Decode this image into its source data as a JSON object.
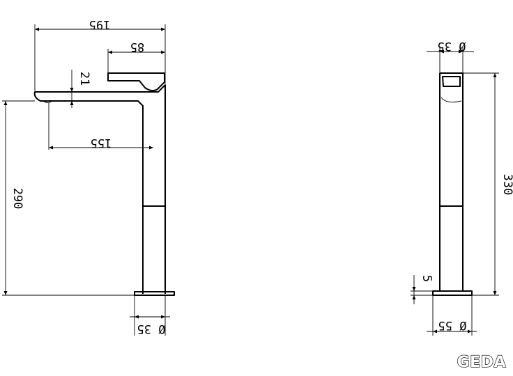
{
  "front_view": {
    "width_total": "195",
    "lever_width": "85",
    "lever_gap": "21",
    "spout_reach": "155",
    "height_spout": "290",
    "base_diameter": "Ø 35"
  },
  "side_view": {
    "top_diameter": "Ø 35",
    "height_total": "330",
    "base_thickness": "5",
    "base_diameter": "Ø 55"
  },
  "brand": {
    "logo_text": "GEDA"
  }
}
